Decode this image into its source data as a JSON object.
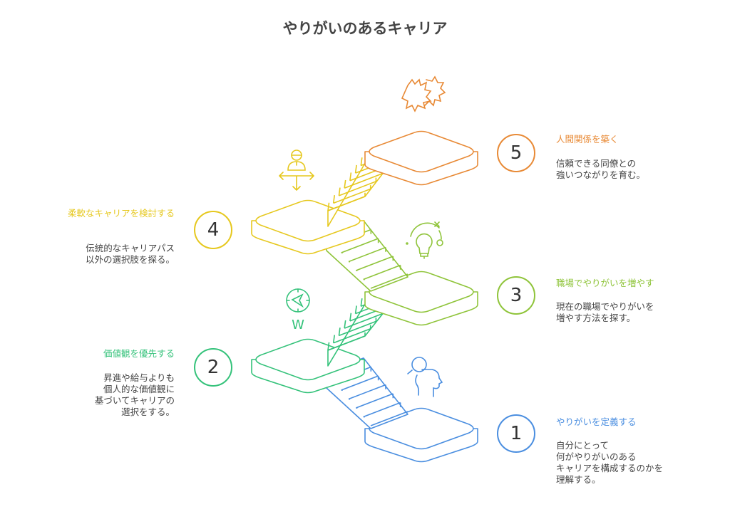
{
  "title": "やりがいのあるキャリア",
  "colors": {
    "s1": "#4a8ee0",
    "s2": "#34c27a",
    "s3": "#8fc43a",
    "s4": "#e6c81e",
    "s5": "#e88a36"
  },
  "steps": [
    {
      "number": "1",
      "heading": "やりがいを定義する",
      "description": "自分にとって\n何がやりがいのある\nキャリアを構成するのかを\n理解する。",
      "icon": "head-person-icon"
    },
    {
      "number": "2",
      "heading": "価値観を優先する",
      "description": "昇進や給与よりも\n個人的な価値観に\n基づいてキャリアの\n選択をする。",
      "icon": "compass-icon"
    },
    {
      "number": "3",
      "heading": "職場でやりがいを増やす",
      "description": "現在の職場でやりがいを\n増やす方法を探す。",
      "icon": "lightbulb-icon"
    },
    {
      "number": "4",
      "heading": "柔軟なキャリアを検討する",
      "description": "伝統的なキャリアパス\n以外の選択肢を探る。",
      "icon": "person-arrows-icon"
    },
    {
      "number": "5",
      "heading": "人間関係を築く",
      "description": "信頼できる同僚との\n強いつながりを育む。",
      "icon": "handshake-icon"
    }
  ],
  "compass_letter": "W"
}
